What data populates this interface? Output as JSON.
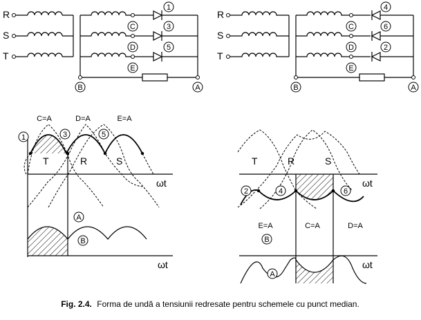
{
  "left_circuit": {
    "phases": [
      "R",
      "S",
      "T"
    ],
    "diode_labels": [
      "1",
      "3",
      "5"
    ],
    "node_labels": [
      "C",
      "D",
      "E"
    ],
    "bottom_nodes": [
      "B",
      "A"
    ]
  },
  "right_circuit": {
    "phases": [
      "R",
      "S",
      "T"
    ],
    "diode_labels": [
      "4",
      "6",
      "2"
    ],
    "node_labels": [
      "C",
      "D",
      "E"
    ],
    "bottom_nodes": [
      "B",
      "A"
    ]
  },
  "left_waveform": {
    "top_labels": [
      "C=A",
      "D=A",
      "E=A"
    ],
    "point_labels": [
      "1",
      "3",
      "5"
    ],
    "phase_labels": [
      "T",
      "R",
      "S"
    ],
    "axis_label": "ωt",
    "lower_labels": [
      "A",
      "B"
    ],
    "lower_axis_label": "ωt"
  },
  "right_waveform": {
    "phase_labels": [
      "T",
      "R",
      "S"
    ],
    "point_labels": [
      "2",
      "4",
      "6"
    ],
    "axis_label": "ωt",
    "equation_labels": [
      "E=A",
      "C=A",
      "D=A"
    ],
    "lower_labels": [
      "B",
      "A"
    ],
    "lower_axis_label": "ωt"
  },
  "caption": {
    "prefix": "Fig. 2.4.",
    "text": "Forma de undă a tensiunii redresate pentru schemele cu punct median."
  }
}
